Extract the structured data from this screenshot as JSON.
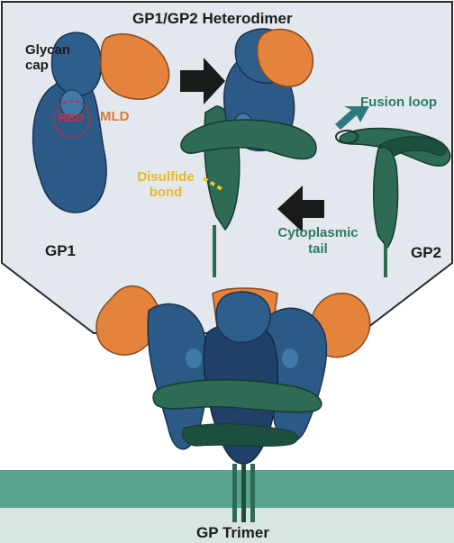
{
  "title": "GP1/GP2 Heterodimer",
  "labels": {
    "glycan_cap": "Glycan cap",
    "rbd": "RBD",
    "mld": "MLD",
    "fusion_loop": "Fusion loop",
    "disulfide_bond": "Disulfide bond",
    "gp1": "GP1",
    "gp2": "GP2",
    "cytoplasmic_tail": "Cytoplasmic tail",
    "gp_trimer": "GP Trimer"
  },
  "colors": {
    "panel_bg": "#e3e8ee",
    "gp1_blue": "#2c5a86",
    "gp1_dark": "#1f4068",
    "gp1_light": "#3f7aa8",
    "mld_orange": "#e4843c",
    "gp2_green": "#2d6b55",
    "gp2_dark": "#1d4f3e",
    "rbd_red": "#c02a45",
    "disulfide_yellow": "#f2c520",
    "arrow_black": "#1a1a1a",
    "fusion_arrow_teal": "#2c7a7b",
    "membrane_teal": "#5aa390",
    "membrane_light": "#d9e5e1"
  },
  "icons": [
    "black-arrow-right-icon",
    "black-arrow-left-icon",
    "teal-pointer-arrow-icon"
  ]
}
